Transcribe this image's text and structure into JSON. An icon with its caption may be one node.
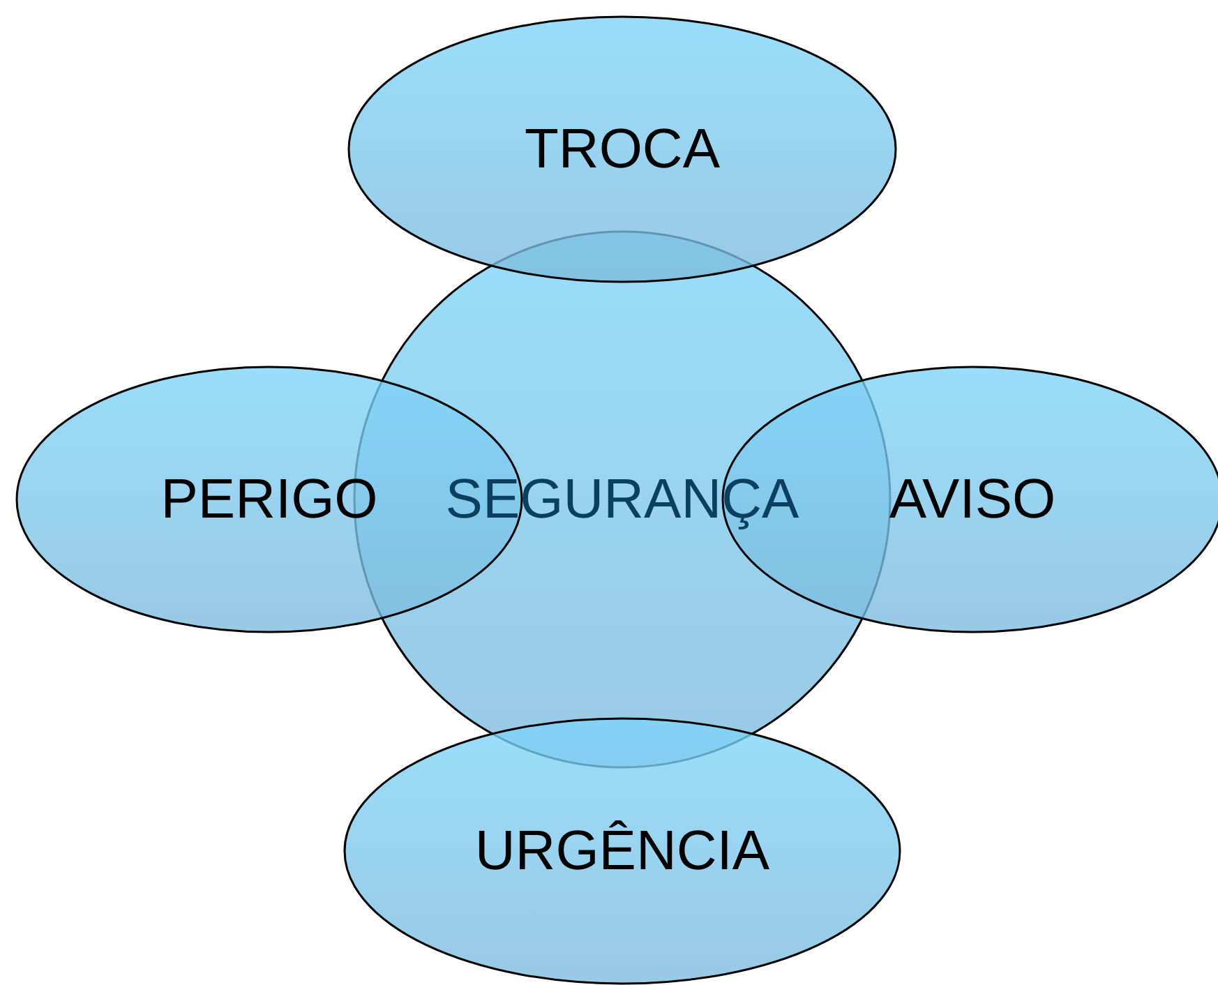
{
  "diagram": {
    "nodes": [
      {
        "text": [
          "TROCA"
        ]
      },
      {
        "text": [
          "PERIGO"
        ]
      },
      {
        "text": [
          "SEGURANÇA"
        ]
      },
      {
        "text": [
          "AVISO"
        ]
      },
      {
        "text": [
          "URGÊNCIA"
        ]
      }
    ]
  }
}
